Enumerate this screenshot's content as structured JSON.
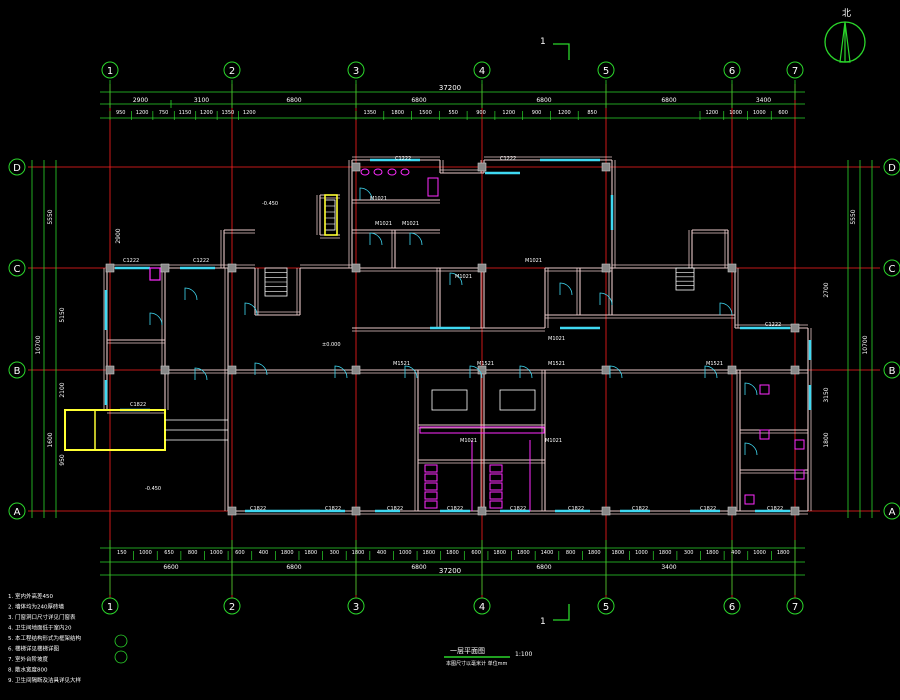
{
  "drawing": {
    "section_mark": "1",
    "north_label": "北",
    "axes_x": [
      "1",
      "2",
      "3",
      "4",
      "5",
      "6",
      "7"
    ],
    "axes_y": [
      "D",
      "C",
      "B",
      "A"
    ],
    "top_dims": {
      "total": "37200",
      "bays": [
        "2900",
        "3100",
        "6800",
        "6800",
        "6800",
        "6800",
        "3400"
      ],
      "detail_left": [
        "950",
        "1200",
        "750",
        "1150",
        "1200",
        "1350",
        "1200"
      ],
      "detail_mid": [
        "1350",
        "1800",
        "1500",
        "550",
        "900",
        "1200",
        "900",
        "1200",
        "850"
      ],
      "detail_right": [
        "1200",
        "1000",
        "1000",
        "600"
      ]
    },
    "bottom_dims": {
      "total": "37200",
      "bays": [
        "6600",
        "6800",
        "6800",
        "6800",
        "3400"
      ],
      "detail": [
        "150",
        "1000",
        "650",
        "800",
        "1000",
        "600",
        "400",
        "1800",
        "1800",
        "300",
        "1800",
        "400",
        "1000",
        "1800",
        "1800",
        "600",
        "1800",
        "1800",
        "1400",
        "800",
        "1800",
        "1800",
        "1000",
        "1800",
        "300",
        "1800",
        "400",
        "1000",
        "1800"
      ]
    },
    "side_dims_left": [
      "5550",
      "10700",
      "5150",
      "2100",
      "1600",
      "950",
      "2900"
    ],
    "side_dims_right": [
      "5550",
      "10700",
      "2700",
      "3150",
      "1800"
    ],
    "room_tags": [
      "M1021",
      "M1021",
      "M1021",
      "M1021",
      "M1021",
      "M1021",
      "M1521",
      "M1521",
      "M1521",
      "M1521",
      "M1021",
      "M1021",
      "C1222",
      "C1222",
      "C1222",
      "C1822",
      "C1822",
      "C1822",
      "C1822",
      "C1822",
      "C1822",
      "C1822",
      "C1822",
      "C1822",
      "C1822",
      "C1222",
      "C1222"
    ],
    "title": "一层平面图",
    "title_scale": "1:100",
    "title_sub": "本图尺寸以毫米计 单位mm",
    "level_marks": [
      "±0.000",
      "-0.450",
      "-0.450"
    ],
    "notes": [
      "1. 室内外高差450",
      "2. 墙体均为240厚砖墙",
      "3. 门窗洞口尺寸详见门窗表",
      "4. 卫生间地面低于室内20",
      "5. 本工程结构形式为框架结构",
      "6. 楼梯详见楼梯详图",
      "7. 室外台阶坡度",
      "8. 散水宽度800",
      "9. 卫生间隔断及洁具详见大样"
    ]
  }
}
